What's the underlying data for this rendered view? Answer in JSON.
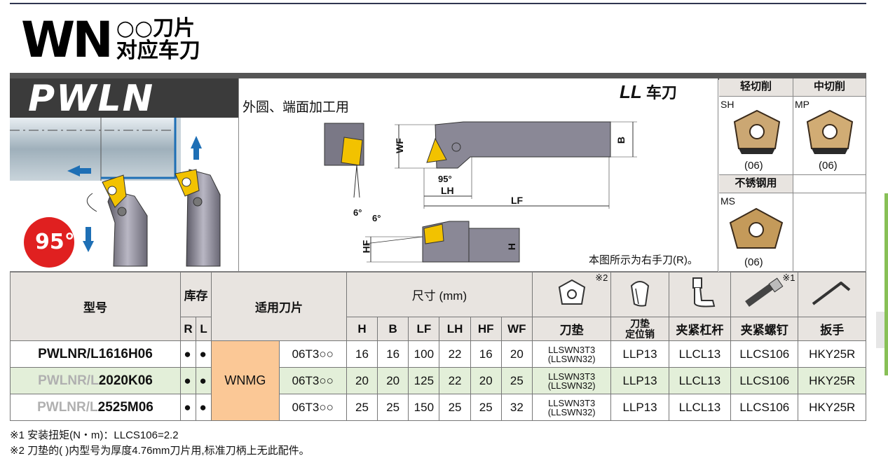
{
  "header": {
    "series": "WN",
    "subtitle_line1": "○○刀片",
    "subtitle_line2": "对应车刀",
    "model": "PWLN"
  },
  "diagram": {
    "usage": "外圆、端面加工用",
    "ll_prefix": "LL",
    "ll_suffix": "车刀",
    "angle_badge": "95°",
    "labels": {
      "wf": "WF",
      "b": "B",
      "lh": "LH",
      "lf": "LF",
      "hf": "HF",
      "h": "H",
      "angle_95": "95°",
      "angle_6a": "6°",
      "angle_6b": "6°"
    },
    "note": "本图所示为右手刀(R)。"
  },
  "inserts": {
    "light_cut": "轻切削",
    "medium_cut": "中切削",
    "stainless": "不锈钢用",
    "sh_code": "SH",
    "mp_code": "MP",
    "ms_code": "MS",
    "size": "(06)"
  },
  "table": {
    "headers": {
      "model": "型号",
      "stock": "库存",
      "r": "R",
      "l": "L",
      "insert": "适用刀片",
      "dims": "尺寸 (mm)",
      "h": "H",
      "b": "B",
      "lf": "LF",
      "lh": "LH",
      "hf": "HF",
      "wf": "WF",
      "shim": "刀垫",
      "shim_pin": "刀垫\n定位销",
      "clamp_lever": "夹紧杠杆",
      "clamp_screw": "夹紧螺钉",
      "wrench": "扳手",
      "note2": "※2",
      "note1": "※1"
    },
    "insert_type": "WNMG",
    "rows": [
      {
        "model_prefix": "",
        "model_main": "PWLNR/L1616H06",
        "r": "●",
        "l": "●",
        "insert": "06T3○○",
        "h": "16",
        "b": "16",
        "lf": "100",
        "lh": "22",
        "hf": "16",
        "wf": "20",
        "shim1": "LLSWN3T3",
        "shim2": "(LLSWN32)",
        "pin": "LLP13",
        "lever": "LLCL13",
        "screw": "LLCS106",
        "wrench": "HKY25R"
      },
      {
        "model_prefix": "PWLNR/L",
        "model_main": "2020K06",
        "r": "●",
        "l": "●",
        "insert": "06T3○○",
        "h": "20",
        "b": "20",
        "lf": "125",
        "lh": "22",
        "hf": "20",
        "wf": "25",
        "shim1": "LLSWN3T3",
        "shim2": "(LLSWN32)",
        "pin": "LLP13",
        "lever": "LLCL13",
        "screw": "LLCS106",
        "wrench": "HKY25R"
      },
      {
        "model_prefix": "PWLNR/L",
        "model_main": "2525M06",
        "r": "●",
        "l": "●",
        "insert": "06T3○○",
        "h": "25",
        "b": "25",
        "lf": "150",
        "lh": "25",
        "hf": "25",
        "wf": "32",
        "shim1": "LLSWN3T3",
        "shim2": "(LLSWN32)",
        "pin": "LLP13",
        "lever": "LLCL13",
        "screw": "LLCS106",
        "wrench": "HKY25R"
      }
    ]
  },
  "footnotes": {
    "f1": "※1 安装扭矩(N・m)：LLCS106=2.2",
    "f2": "※2 刀垫的( )内型号为厚度4.76mm刀片用,标准刀柄上无此配件。"
  },
  "colors": {
    "insert_gold": "#f2c200",
    "wnmg_fill": "#fbc896",
    "row_green": "#e3efd9",
    "header_gray": "#e8e4e0",
    "arrow_blue": "#1e6fb5",
    "badge_red": "#e02020"
  }
}
